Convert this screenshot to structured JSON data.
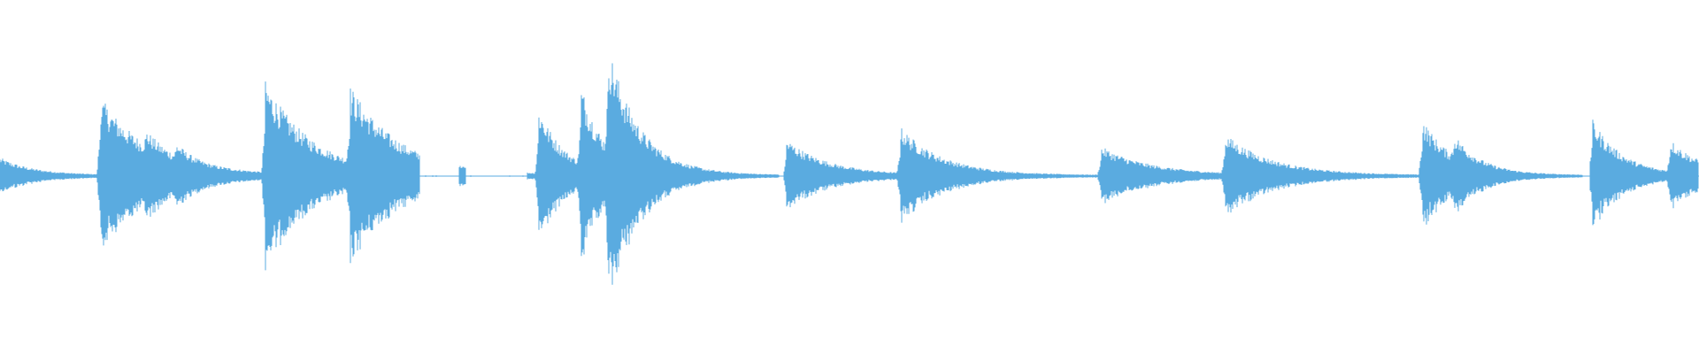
{
  "waveform": {
    "color": "#5aabe0",
    "background": "#ffffff",
    "transients": [
      {
        "t": 0.0,
        "amp": 0.1,
        "decay": 0.02
      },
      {
        "t": 0.059,
        "amp": 0.44,
        "decay": 0.03
      },
      {
        "t": 0.086,
        "amp": 0.08,
        "decay": 0.012
      },
      {
        "t": 0.104,
        "amp": 0.07,
        "decay": 0.01
      },
      {
        "t": 0.156,
        "amp": 0.52,
        "decay": 0.028
      },
      {
        "t": 0.206,
        "amp": 0.42,
        "decay": 0.03
      },
      {
        "t": 0.317,
        "amp": 0.38,
        "decay": 0.015
      },
      {
        "t": 0.342,
        "amp": 0.44,
        "decay": 0.014
      },
      {
        "t": 0.358,
        "amp": 0.58,
        "decay": 0.02
      },
      {
        "t": 0.463,
        "amp": 0.2,
        "decay": 0.025
      },
      {
        "t": 0.53,
        "amp": 0.26,
        "decay": 0.025
      },
      {
        "t": 0.648,
        "amp": 0.16,
        "decay": 0.03
      },
      {
        "t": 0.721,
        "amp": 0.22,
        "decay": 0.028
      },
      {
        "t": 0.837,
        "amp": 0.32,
        "decay": 0.018
      },
      {
        "t": 0.856,
        "amp": 0.12,
        "decay": 0.015
      },
      {
        "t": 0.937,
        "amp": 0.32,
        "decay": 0.018
      },
      {
        "t": 0.983,
        "amp": 0.18,
        "decay": 0.02
      }
    ],
    "gaps": [
      [
        0.247,
        0.27
      ],
      [
        0.274,
        0.31
      ]
    ]
  }
}
